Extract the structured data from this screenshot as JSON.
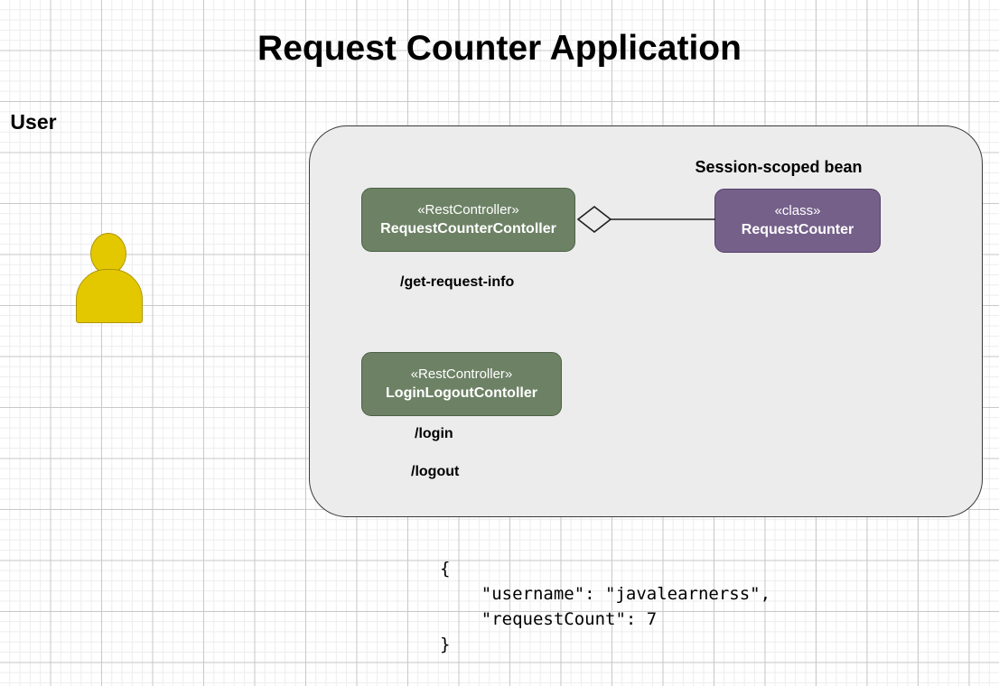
{
  "title": "Request Counter Application",
  "actor": {
    "label": "User",
    "icon": "user-actor-icon",
    "color": "#e3c800",
    "border_color": "#b09500"
  },
  "container": {
    "label": "Session-scoped bean",
    "fill": "#ececec",
    "border_color": "#3a3a3f"
  },
  "boxes": [
    {
      "id": "request-counter-controller",
      "stereotype": "«RestController»",
      "name": "RequestCounterContoller",
      "fill": "#6d8265",
      "border_color": "#4e6047"
    },
    {
      "id": "login-logout-controller",
      "stereotype": "«RestController»",
      "name": "LoginLogoutContoller",
      "fill": "#6d8265",
      "border_color": "#4e6047"
    },
    {
      "id": "request-counter",
      "stereotype": "«class»",
      "name": "RequestCounter",
      "fill": "#75608a",
      "border_color": "#54406a"
    }
  ],
  "connector": {
    "type": "aggregation",
    "from": "RequestCounterContoller",
    "to": "RequestCounter",
    "stroke": "#1f1f1f"
  },
  "endpoints": {
    "get_request_info": "/get-request-info",
    "login": "/login",
    "logout": "/logout"
  },
  "json_response": {
    "text": "{\n    \"username\": \"javalearnerss\",\n    \"requestCount\": 7\n}",
    "username": "javalearnerss",
    "requestCount": 7
  }
}
